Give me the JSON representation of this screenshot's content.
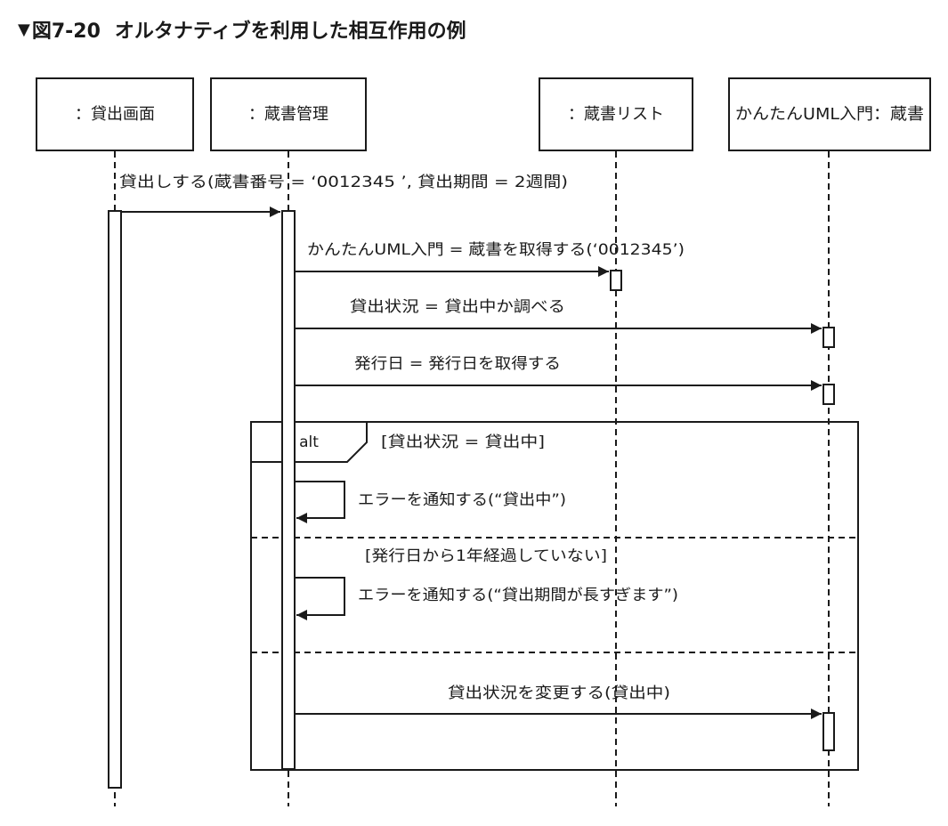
{
  "figure": {
    "marker": "▼",
    "number": "図7-20",
    "title": "オルタナティブを利用した相互作用の例"
  },
  "lifelines": [
    {
      "name": "：貸出画面"
    },
    {
      "name": "：蔵書管理"
    },
    {
      "name": "：蔵書リスト"
    },
    {
      "name": "かんたんUML入門：蔵書"
    }
  ],
  "messages": [
    {
      "label": "貸出しする(蔵書番号 = ‘0012345 ’, 貸出期間 = 2週間)"
    },
    {
      "label": "かんたんUML入門 = 蔵書を取得する(‘0012345’)"
    },
    {
      "label": "貸出状況 = 貸出中か調べる"
    },
    {
      "label": "発行日 = 発行日を取得する"
    },
    {
      "label": "エラーを通知する(“貸出中”)"
    },
    {
      "label": "エラーを通知する(“貸出期間が長すぎます”)"
    },
    {
      "label": "貸出状況を変更する(貸出中)"
    }
  ],
  "fragment": {
    "operator": "alt",
    "guards": [
      "[貸出状況 = 貸出中]",
      "[発行日から1年経過していない]"
    ]
  },
  "colors": {
    "line": "#1a1a1a",
    "background": "#ffffff"
  }
}
